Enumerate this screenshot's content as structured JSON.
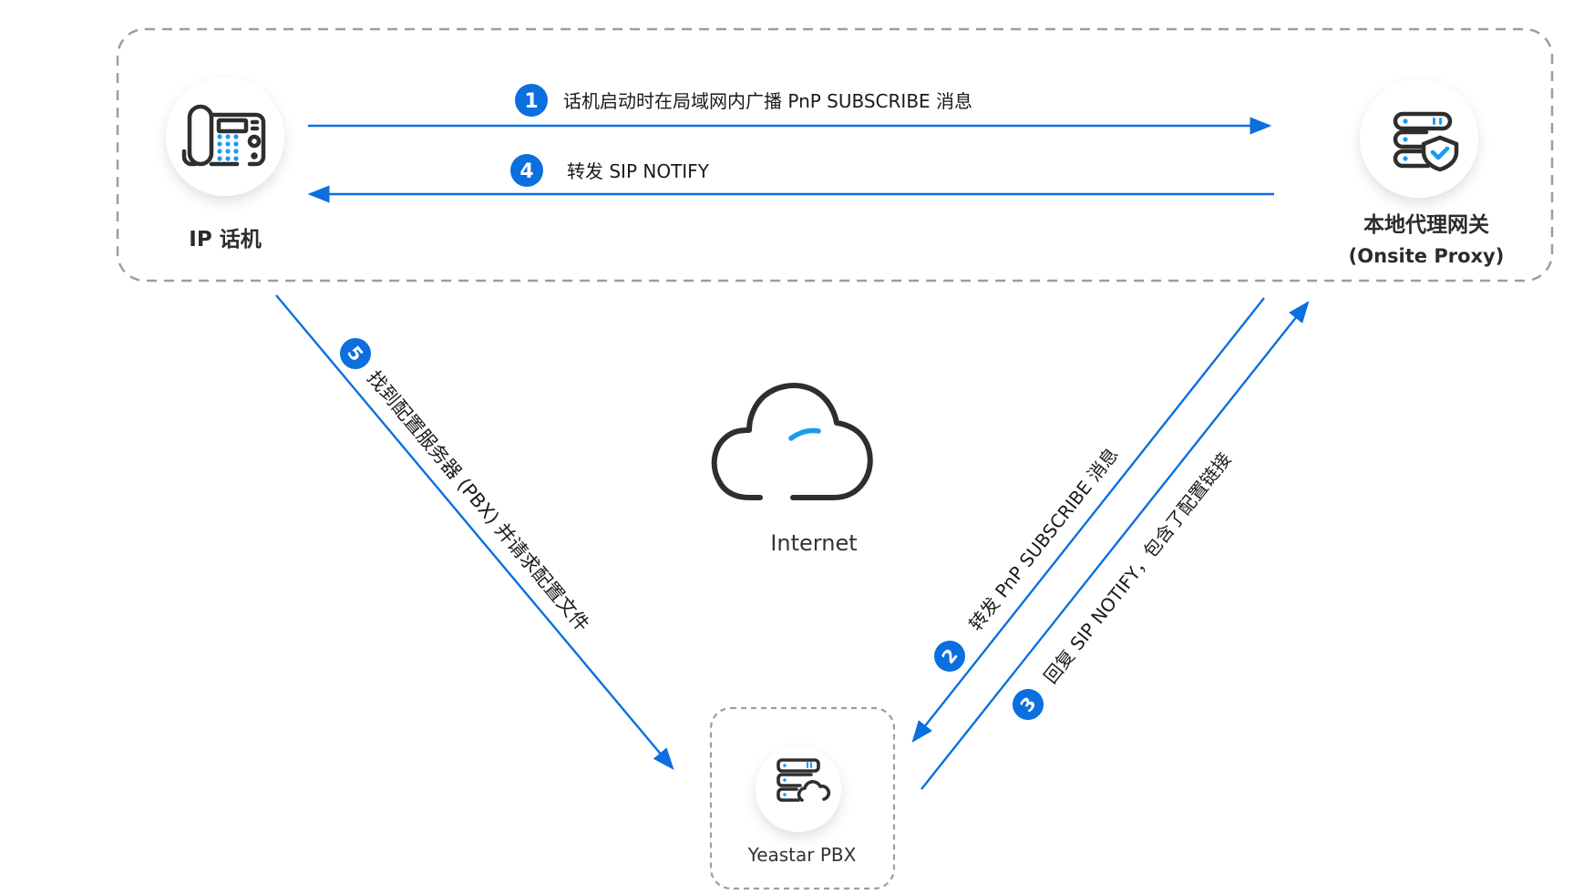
{
  "colors": {
    "accent": "#0b6fde",
    "icon_stroke": "#2e2e2e",
    "icon_accent": "#1a9af0",
    "dashed_border": "#9a9ea3",
    "text": "#1a1a1a"
  },
  "nodes": {
    "phone": {
      "label": "IP 话机",
      "icon": "desk-phone-icon"
    },
    "proxy": {
      "label_line1": "本地代理网关",
      "label_line2": "(Onsite Proxy)",
      "icon": "server-shield-icon"
    },
    "internet": {
      "label": "Internet",
      "icon": "cloud-icon"
    },
    "pbx": {
      "label": "Yeastar PBX",
      "icon": "server-cloud-icon"
    }
  },
  "steps": [
    {
      "number": "1",
      "text": "话机启动时在局域网内广播 PnP SUBSCRIBE 消息",
      "from": "phone",
      "to": "proxy"
    },
    {
      "number": "2",
      "text": "转发 PnP SUBSCRIBE 消息",
      "from": "proxy",
      "to": "pbx"
    },
    {
      "number": "3",
      "text": "回复 SIP NOTIFY，包含了配置链接",
      "from": "pbx",
      "to": "proxy"
    },
    {
      "number": "4",
      "text": "转发 SIP NOTIFY",
      "from": "proxy",
      "to": "phone"
    },
    {
      "number": "5",
      "text": "找到配置服务器 (PBX) 并请求配置文件",
      "from": "phone",
      "to": "pbx"
    }
  ]
}
